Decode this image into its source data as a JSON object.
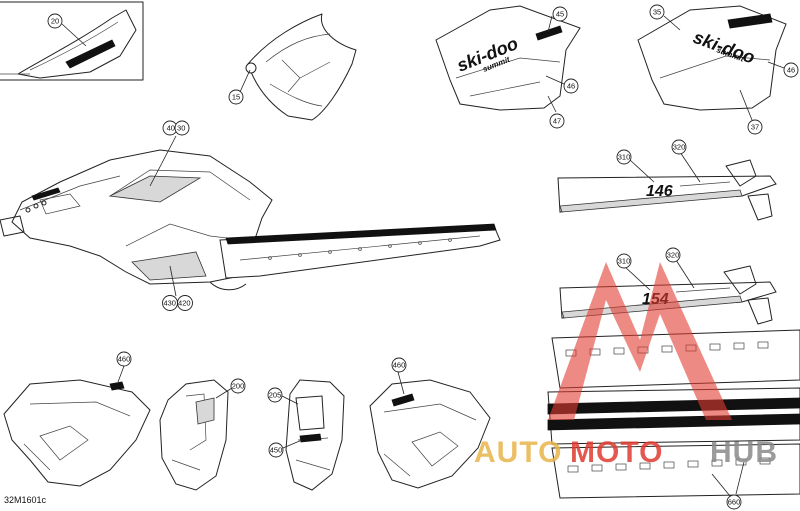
{
  "diagram_code": "32M1601c",
  "callouts": {
    "c20": "20",
    "c15": "15",
    "c45": "45",
    "c46a": "46",
    "c47": "47",
    "c35": "35",
    "c46b": "46",
    "c37": "37",
    "c40_30": "40 30",
    "c430_420": "430 420",
    "c310a": "310",
    "c320a": "320",
    "c310b": "310",
    "c320b": "320",
    "c460a": "460",
    "c200": "200",
    "c205": "205",
    "c450": "450",
    "c460b": "460",
    "c660": "660"
  },
  "decals": {
    "brand_a": "ski-doo",
    "model_a": "summit",
    "brand_b": "ski-doo",
    "model_b": "summit",
    "length_a": "146",
    "length_b": "154"
  },
  "watermark": {
    "part1": "AUTO",
    "part2": "MOTO",
    "part3": "HUB",
    "color_red": "#e03c31",
    "color_gold": "#e8b54a",
    "color_gray": "#8a8a8a"
  }
}
